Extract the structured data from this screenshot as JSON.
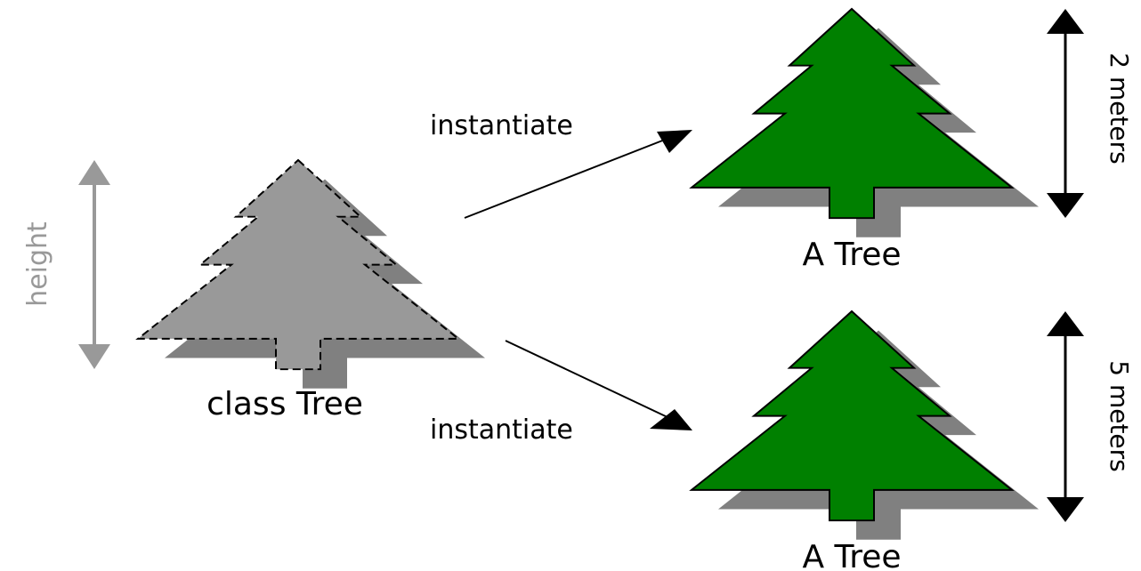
{
  "colors": {
    "class_tree": "#999999",
    "class_shadow": "#808080",
    "instance_tree": "#008000",
    "instance_shadow": "#808080",
    "outline": "#000000",
    "height_arrow": "#999999",
    "background": "#ffffff"
  },
  "class_label": "class Tree",
  "height_label": "height",
  "arrows": [
    {
      "label": "instantiate"
    },
    {
      "label": "instantiate"
    }
  ],
  "instances": [
    {
      "label": "A Tree",
      "measure": "2 meters"
    },
    {
      "label": "A Tree",
      "measure": "5 meters"
    }
  ]
}
